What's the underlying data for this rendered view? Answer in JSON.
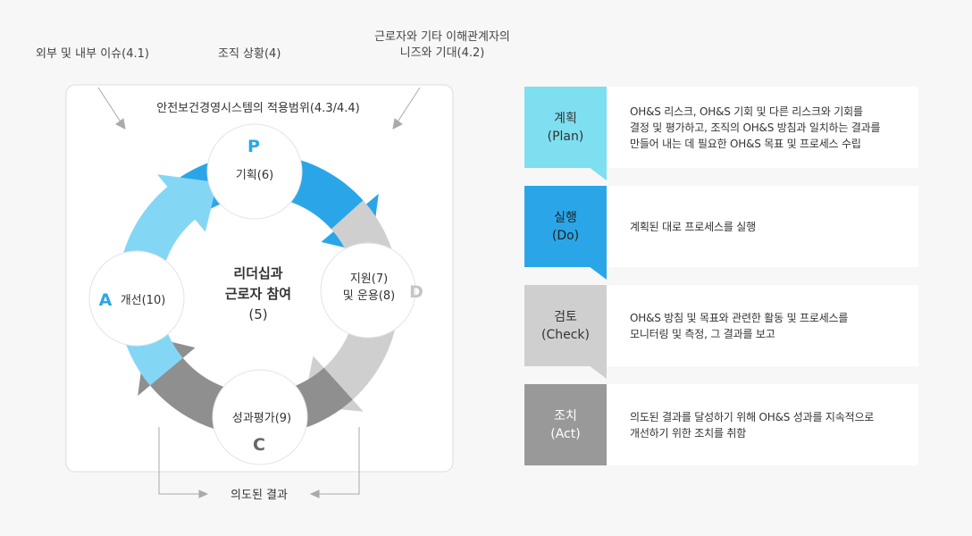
{
  "external": {
    "issues": "외부 및 내부 이슈(4.1)",
    "context": "조직 상황(4)",
    "needs_line1": "근로자와 기타 이해관계자의",
    "needs_line2": "니즈와 기대(4.2)"
  },
  "scope": "안전보건경영시스템의 적용범위(4.3/4.4)",
  "center": {
    "line1": "리더십과",
    "line2": "근로자 참여",
    "line3": "(5)"
  },
  "nodes": {
    "plan": {
      "letter": "P",
      "label": "기획(6)"
    },
    "do": {
      "letter": "D",
      "label1": "지원(7)",
      "label2": "및 운용(8)"
    },
    "check": {
      "letter": "C",
      "label": "성과평가(9)"
    },
    "act": {
      "letter": "A",
      "label": "개선(10)"
    }
  },
  "result": "의도된 결과",
  "colors": {
    "plan": "#2aa6e8",
    "do": "#cfcfcf",
    "check": "#8f8f8f",
    "act": "#84d6f5",
    "plan_box": "#7edff0",
    "do_box": "#2aa6e8",
    "check_box": "#cfcfcf",
    "act_box": "#999999",
    "letter": "#2aa6e8"
  },
  "pdca": [
    {
      "key": "plan",
      "name": "계획",
      "sub": "(Plan)",
      "color": "#7edff0",
      "text_color": "#333333",
      "desc": [
        "OH&S 리스크, OH&S 기회 및 다른 리스크와 기회를",
        "결정 및 평가하고, 조직의 OH&S 방침과 일치하는 결과를",
        "만들어 내는 데 필요한 OH&S 목표 및 프로세스 수립"
      ]
    },
    {
      "key": "do",
      "name": "실행",
      "sub": "(Do)",
      "color": "#2aa6e8",
      "text_color": "#222222",
      "desc": [
        "계획된 대로 프로세스를 실행"
      ]
    },
    {
      "key": "check",
      "name": "검토",
      "sub": "(Check)",
      "color": "#cfcfcf",
      "text_color": "#333333",
      "desc": [
        "OH&S 방침 및 목표와 관련한 활동 및 프로세스를",
        "모니터링 및 측정, 그 결과를 보고"
      ]
    },
    {
      "key": "act",
      "name": "조치",
      "sub": "(Act)",
      "color": "#999999",
      "text_color": "#ffffff",
      "desc": [
        "의도된 결과를 달성하기 위해 OH&S 성과를 지속적으로",
        "개선하기 위한 조치를 취함"
      ]
    }
  ]
}
